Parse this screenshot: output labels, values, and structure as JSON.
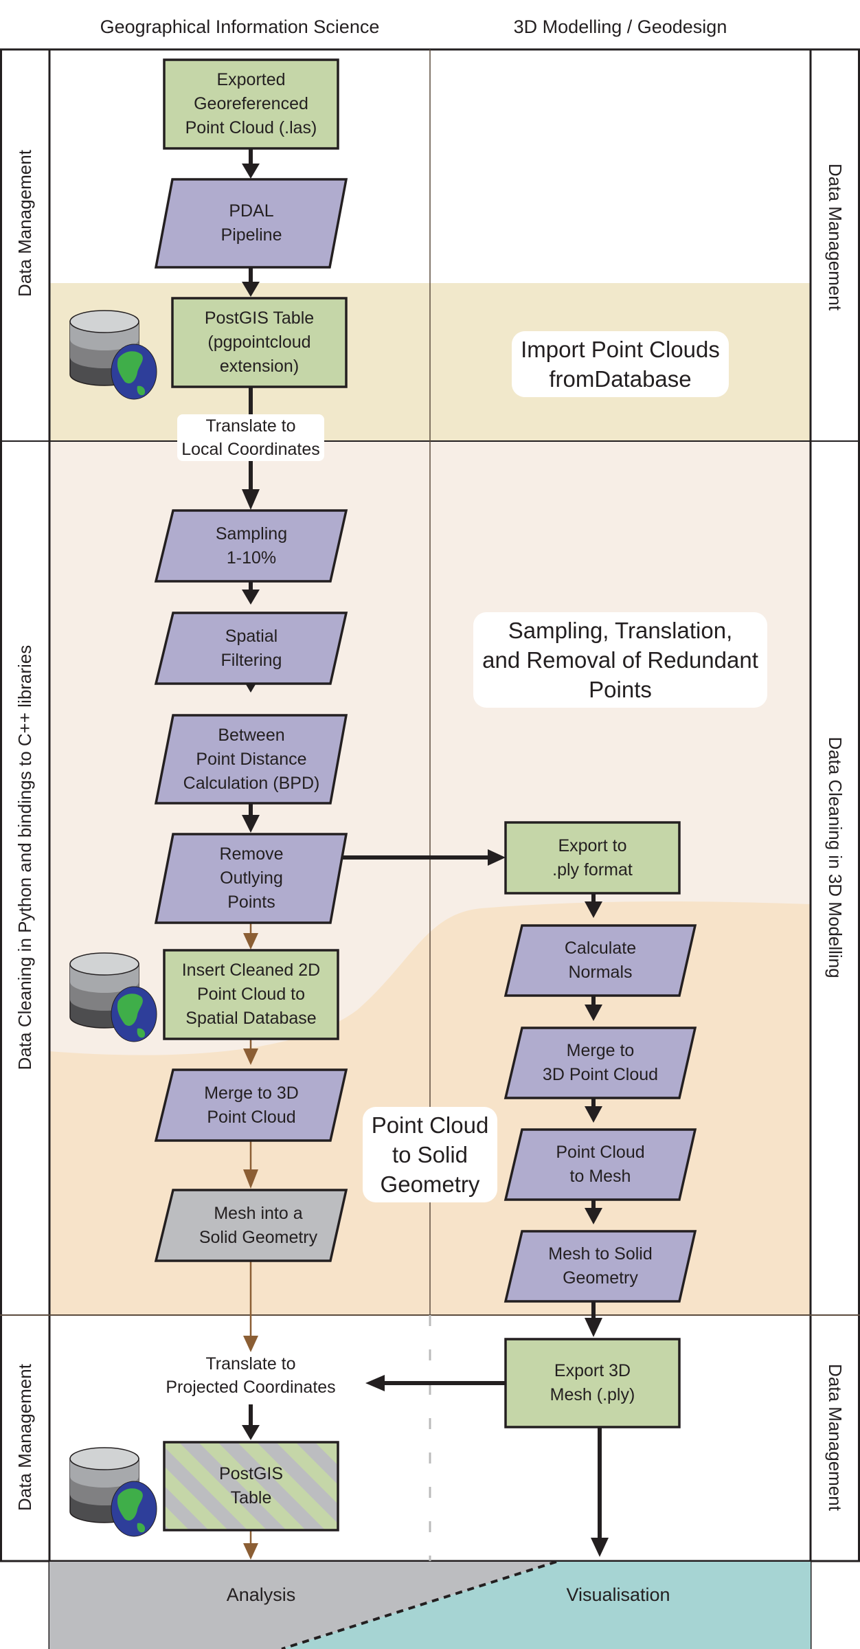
{
  "columns": {
    "gis": "Geographical Information Science",
    "modelling": "3D Modelling / Geodesign"
  },
  "lanes": {
    "left": [
      "Data Management",
      "Data Cleaning in Python and bindings to C++ libraries",
      "Data Management"
    ],
    "right": [
      "Data Management",
      "Data Cleaning in 3D Modelling",
      "Data Management"
    ]
  },
  "regions": {
    "import": "Import Point Clouds\nfromDatabase",
    "sampling": "Sampling, Translation,\nand Removal of Redundant\nPoints",
    "solid": "Point Cloud\nto Solid\nGeometry"
  },
  "nodes": {
    "exported_las": "Exported\nGeoreferenced\nPoint Cloud (.las)",
    "pdal": "PDAL\nPipeline",
    "postgis_pgpointcloud": "PostGIS Table\n(pgpointcloud\nextension)",
    "translate_local": "Translate to\nLocal Coordinates",
    "sampling": "Sampling\n1-10%",
    "spatial_filtering": "Spatial\nFiltering",
    "bpd": "Between\nPoint Distance\nCalculation (BPD)",
    "remove_outlying": "Remove\nOutlying\nPoints",
    "insert_cleaned": "Insert Cleaned 2D\nPoint Cloud to\nSpatial Database",
    "merge_3d_left": "Merge to 3D\nPoint Cloud",
    "mesh_solid_left": "Mesh into a\nSolid Geometry",
    "translate_projected": "Translate to\nProjected Coordinates",
    "postgis_table": "PostGIS\nTable",
    "export_ply": "Export to\n.ply format",
    "calc_normals": "Calculate\nNormals",
    "merge_3d_right": "Merge to\n3D Point Cloud",
    "pc_to_mesh": "Point Cloud\nto Mesh",
    "mesh_to_solid": "Mesh to Solid\nGeometry",
    "export_3d_mesh": "Export 3D\nMesh (.ply)"
  },
  "outputs": {
    "analysis": "Analysis",
    "visualisation": "Visualisation"
  },
  "icons": {
    "database": "database-globe-icon"
  },
  "colors": {
    "data_node": "#c5d6a8",
    "process_node": "#b0acce",
    "manual_node": "#bcbdc0",
    "import_band": "#f1e8cb",
    "cleaning_band": "#f7eee6",
    "solid_band": "#f7e3c9",
    "analysis": "#bcbdc0",
    "visualisation": "#a6d4d3",
    "brown_arrow": "#8b5e34",
    "stroke": "#231f20"
  }
}
